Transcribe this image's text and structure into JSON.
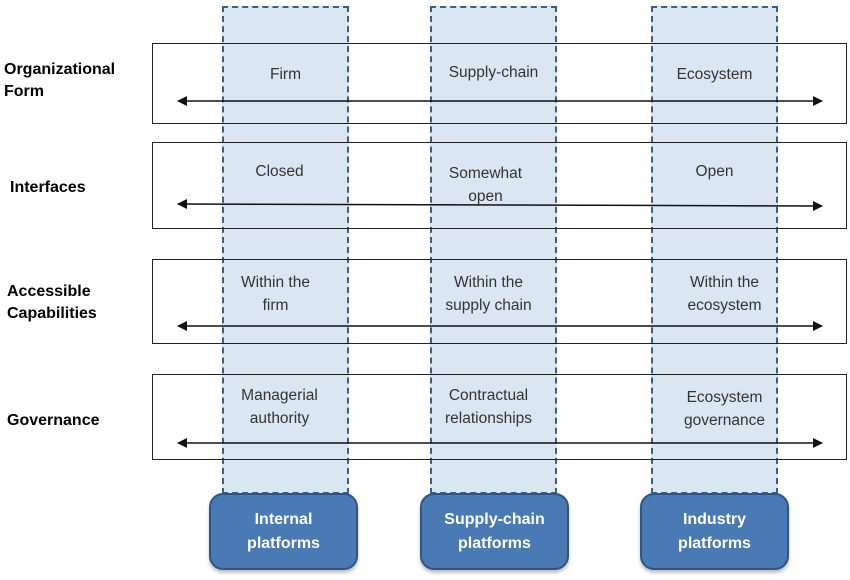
{
  "rows": [
    {
      "label": "Organizational\nForm",
      "cells": [
        "Firm",
        "Supply-chain",
        "Ecosystem"
      ]
    },
    {
      "label": "Interfaces",
      "cells": [
        "Closed",
        "Somewhat\nopen",
        "Open"
      ]
    },
    {
      "label": "Accessible\nCapabilities",
      "cells": [
        "Within the\nfirm",
        "Within the\nsupply chain",
        "Within the\necosystem"
      ]
    },
    {
      "label": "Governance",
      "cells": [
        "Managerial\nauthority",
        "Contractual\nrelationships",
        "Ecosystem\ngovernance"
      ]
    }
  ],
  "platforms": [
    "Internal\nplatforms",
    "Supply-chain\nplatforms",
    "Industry\nplatforms"
  ],
  "colors": {
    "band_fill": "#bed1ea",
    "band_border": "#3c5f8a",
    "platform_fill": "#4a7ab3",
    "platform_border": "#2e5684"
  }
}
